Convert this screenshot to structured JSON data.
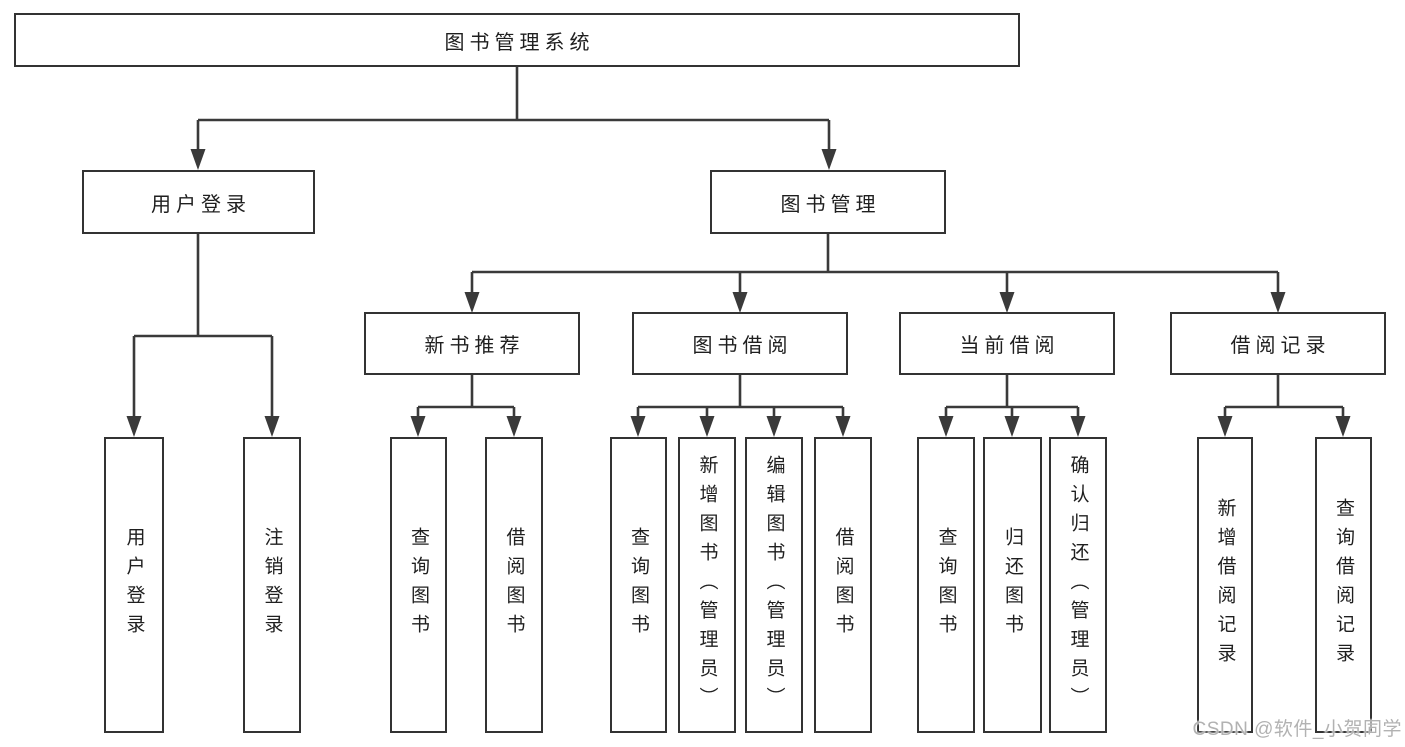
{
  "diagram_title": "图书管理系统",
  "tree": {
    "root": {
      "label": "图书管理系统"
    },
    "branches": [
      {
        "label": "用户登录",
        "children": [
          {
            "label": "用户登录"
          },
          {
            "label": "注销登录"
          }
        ]
      },
      {
        "label": "图书管理",
        "children": [
          {
            "label": "新书推荐",
            "children": [
              {
                "label": "查询图书"
              },
              {
                "label": "借阅图书"
              }
            ]
          },
          {
            "label": "图书借阅",
            "children": [
              {
                "label": "查询图书"
              },
              {
                "label": "新增图书（管理员）"
              },
              {
                "label": "编辑图书（管理员）"
              },
              {
                "label": "借阅图书"
              }
            ]
          },
          {
            "label": "当前借阅",
            "children": [
              {
                "label": "查询图书"
              },
              {
                "label": "归还图书"
              },
              {
                "label": "确认归还（管理员）"
              }
            ]
          },
          {
            "label": "借阅记录",
            "children": [
              {
                "label": "新增借阅记录"
              },
              {
                "label": "查询借阅记录"
              }
            ]
          }
        ]
      }
    ]
  },
  "watermark": {
    "text": "CSDN @软件_小贺同学"
  },
  "colors": {
    "background": "#ffffff",
    "line": "#3a3a3a",
    "box_border": "#333333",
    "text": "#1f1f1f",
    "watermark": "#b2b2b2"
  }
}
